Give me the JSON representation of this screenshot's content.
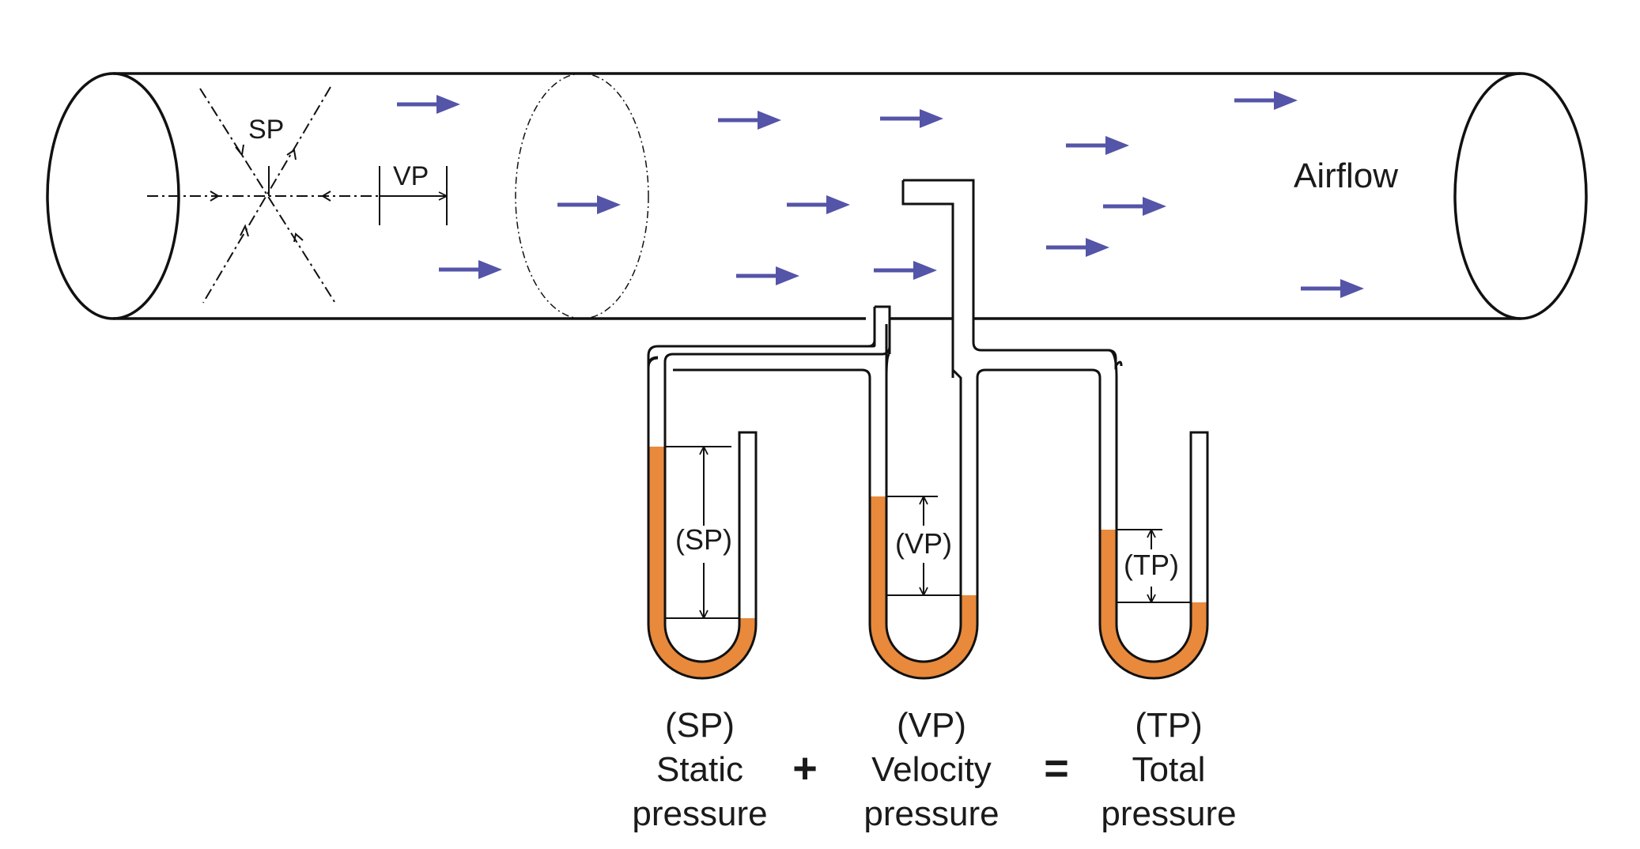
{
  "colors": {
    "arrow": "#5454a8",
    "fluid": "#e8893b",
    "line": "#111111",
    "background": "#ffffff"
  },
  "labels": {
    "airflow": "Airflow",
    "sp_small": "SP",
    "vp_small": "VP",
    "sp_gauge": "(SP)",
    "vp_gauge": "(VP)",
    "tp_gauge": "(TP)"
  },
  "equation": {
    "static": {
      "abbr": "(SP)",
      "line1": "Static",
      "line2": "pressure"
    },
    "plus": "+",
    "velocity": {
      "abbr": "(VP)",
      "line1": "Velocity",
      "line2": "pressure"
    },
    "equals": "=",
    "total": {
      "abbr": "(TP)",
      "line1": "Total",
      "line2": "pressure"
    }
  },
  "icons": {
    "flow_arrow": "right-arrow-icon"
  }
}
